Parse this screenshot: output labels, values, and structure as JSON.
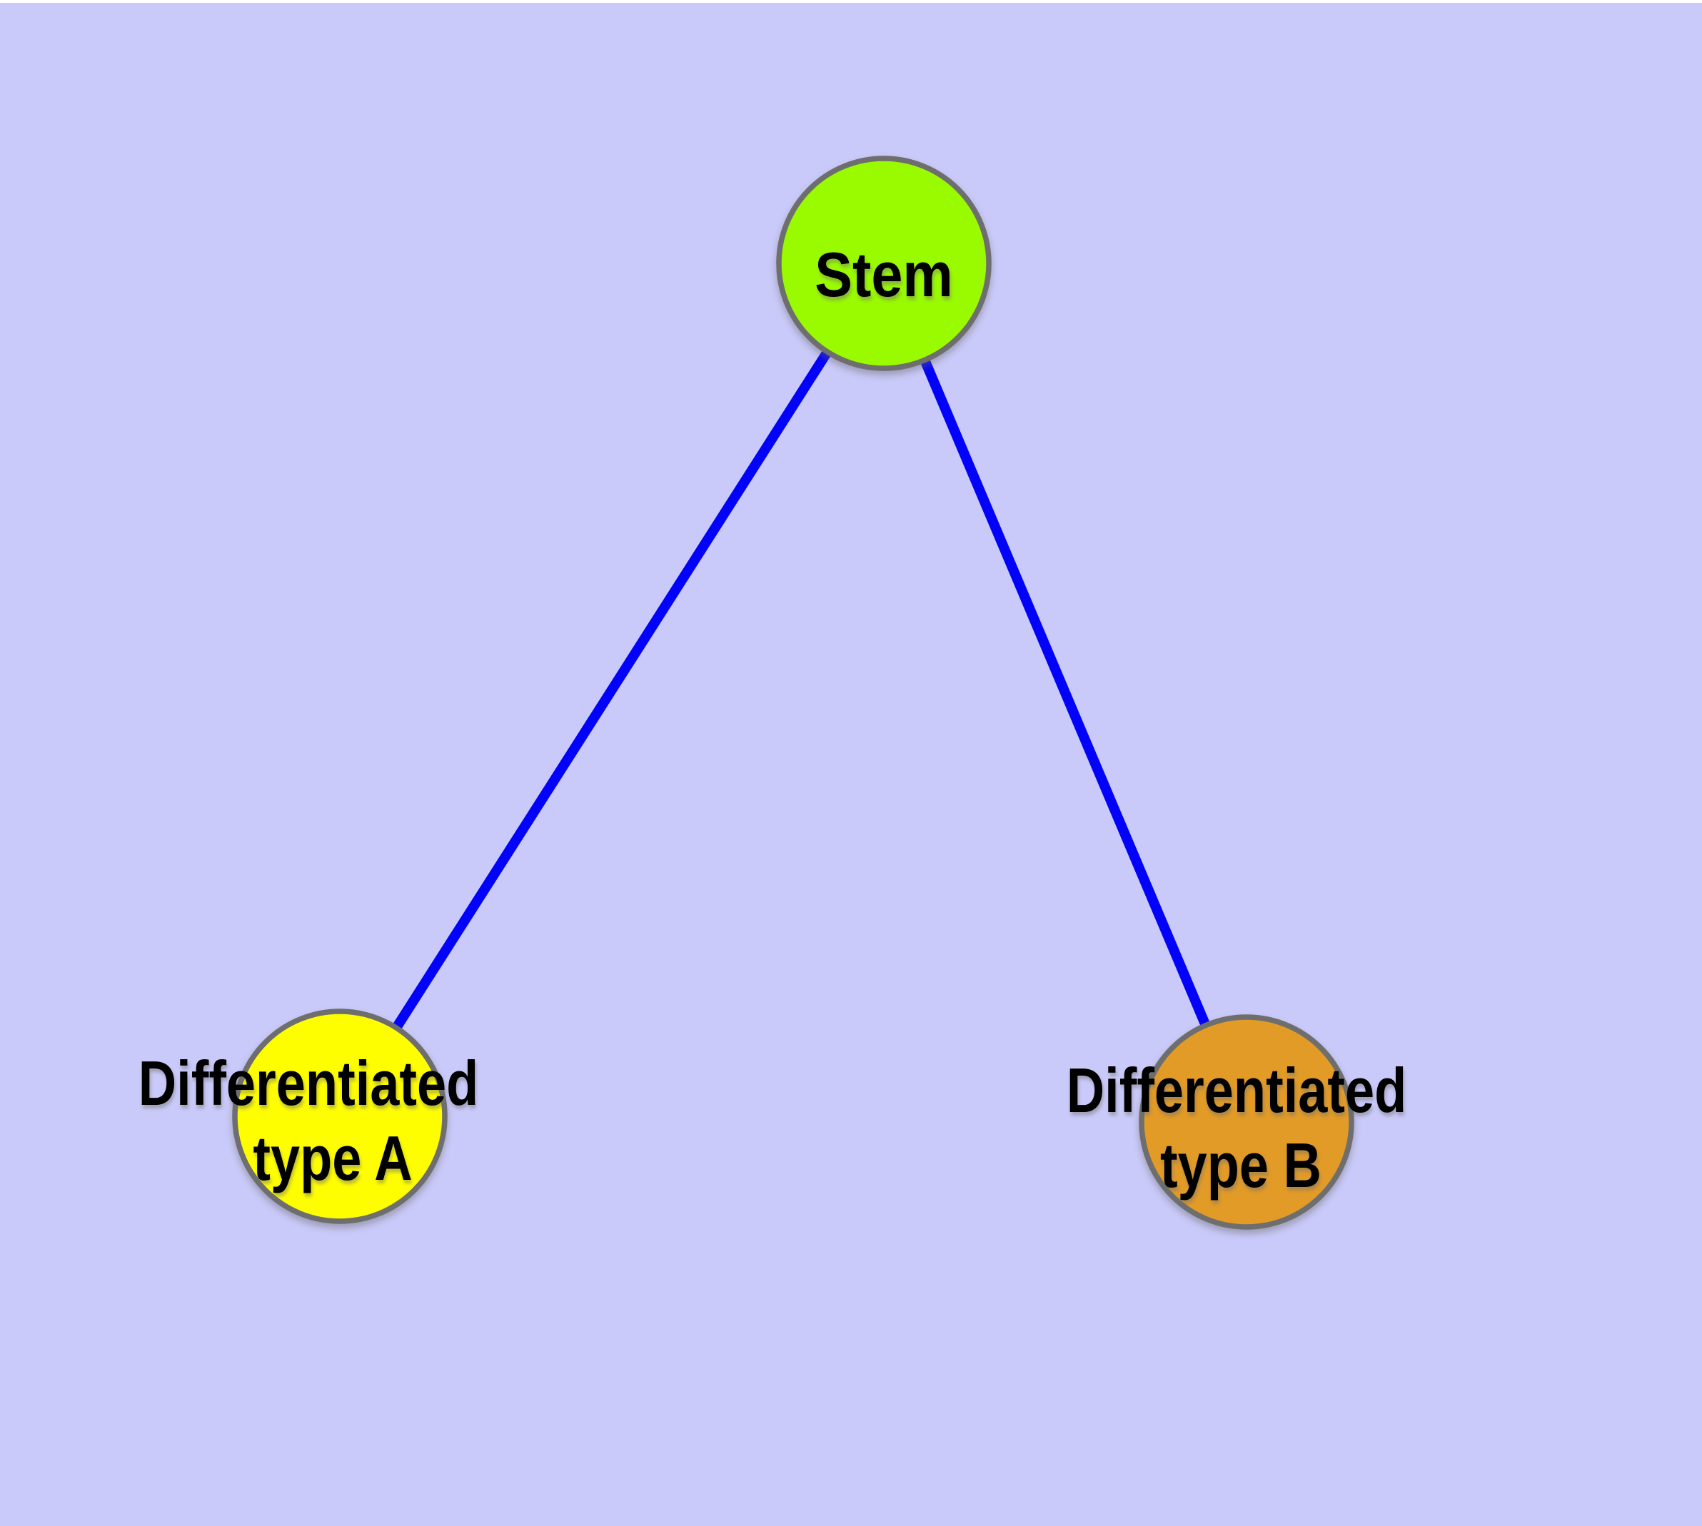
{
  "diagram": {
    "type": "node-link-graph",
    "background_color": "#cacafa",
    "top_margin_color": "#ffffff",
    "edge_color": "#0202fa",
    "node_border_color": "#6e6e6e",
    "text_color": "#000000",
    "nodes": [
      {
        "id": "stem",
        "label": "Stem",
        "label_line1": "Stem",
        "label_line2": "",
        "color": "#9afb01"
      },
      {
        "id": "differentiated-type-a",
        "label": "Differentiated type A",
        "label_line1": "Differentiated",
        "label_line2": "type A",
        "color": "#fffe00"
      },
      {
        "id": "differentiated-type-b",
        "label": "Differentiated type B",
        "label_line1": "Differentiated",
        "label_line2": "type B",
        "color": "#e29b27"
      }
    ],
    "edges": [
      {
        "from": "Stem",
        "to": "Differentiated type A"
      },
      {
        "from": "Stem",
        "to": "Differentiated type B"
      }
    ]
  }
}
